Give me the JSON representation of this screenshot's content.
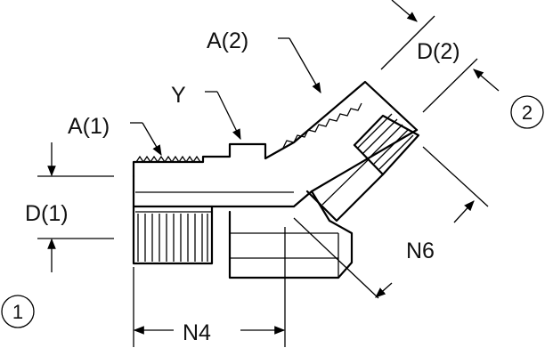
{
  "labels": {
    "a2": "A(2)",
    "d2": "D(2)",
    "y": "Y",
    "a1": "A(1)",
    "d1": "D(1)",
    "n6": "N6",
    "n4": "N4"
  },
  "callouts": {
    "port1": "1",
    "port2": "2"
  }
}
